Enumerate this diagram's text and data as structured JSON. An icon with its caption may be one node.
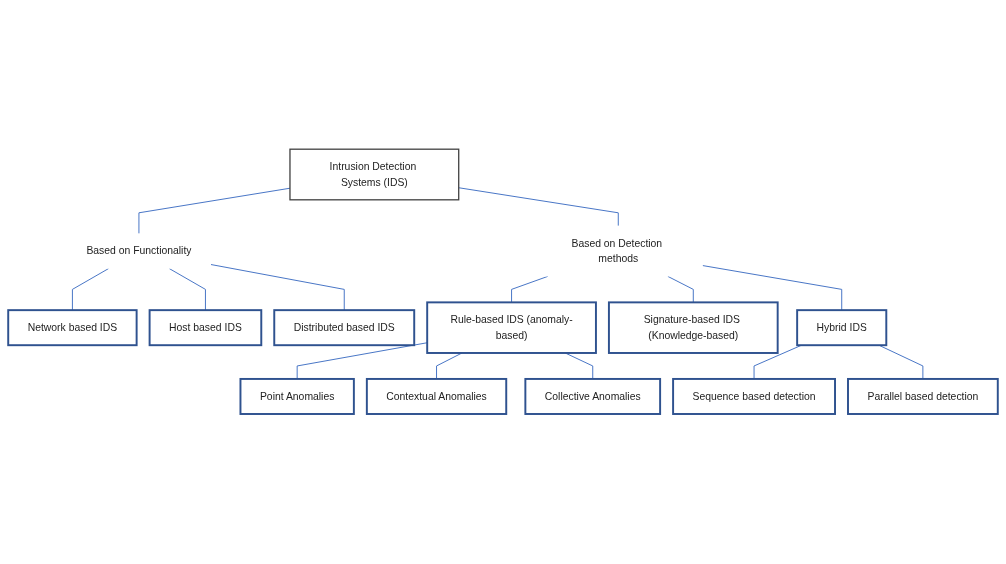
{
  "diagram": {
    "nodes": [
      {
        "text": [
          "Intrusion Detection Systems (IDS)"
        ]
      },
      {
        "text": [
          "Based on Functionality"
        ]
      },
      {
        "text": [
          "Based on Detection methods"
        ]
      },
      {
        "text": [
          "Network based IDS"
        ]
      },
      {
        "text": [
          "Host based IDS"
        ]
      },
      {
        "text": [
          "Distributed based IDS"
        ]
      },
      {
        "text": [
          "Rule-based IDS (anomaly-based)"
        ]
      },
      {
        "text": [
          "Signature-based IDS (Knowledge-based)"
        ]
      },
      {
        "text": [
          "Hybrid IDS"
        ]
      },
      {
        "text": [
          "Point Anomalies"
        ]
      },
      {
        "text": [
          "Contextual Anomalies"
        ]
      },
      {
        "text": [
          "Collective Anomalies"
        ]
      },
      {
        "text": [
          "Sequence based detection"
        ]
      },
      {
        "text": [
          "Parallel based detection"
        ]
      }
    ],
    "edges": [
      {
        "from": 0,
        "to": 1,
        "arrow": "none"
      },
      {
        "from": 0,
        "to": 2,
        "arrow": "none"
      },
      {
        "from": 1,
        "to": 3,
        "arrow": "none"
      },
      {
        "from": 1,
        "to": 4,
        "arrow": "none"
      },
      {
        "from": 1,
        "to": 5,
        "arrow": "none"
      },
      {
        "from": 2,
        "to": 6,
        "arrow": "none"
      },
      {
        "from": 2,
        "to": 7,
        "arrow": "none"
      },
      {
        "from": 2,
        "to": 8,
        "arrow": "none"
      },
      {
        "from": 6,
        "to": 9,
        "arrow": "none"
      },
      {
        "from": 6,
        "to": 10,
        "arrow": "none"
      },
      {
        "from": 6,
        "to": 11,
        "arrow": "none"
      },
      {
        "from": 8,
        "to": 12,
        "arrow": "none"
      },
      {
        "from": 8,
        "to": 13,
        "arrow": "none"
      }
    ]
  }
}
